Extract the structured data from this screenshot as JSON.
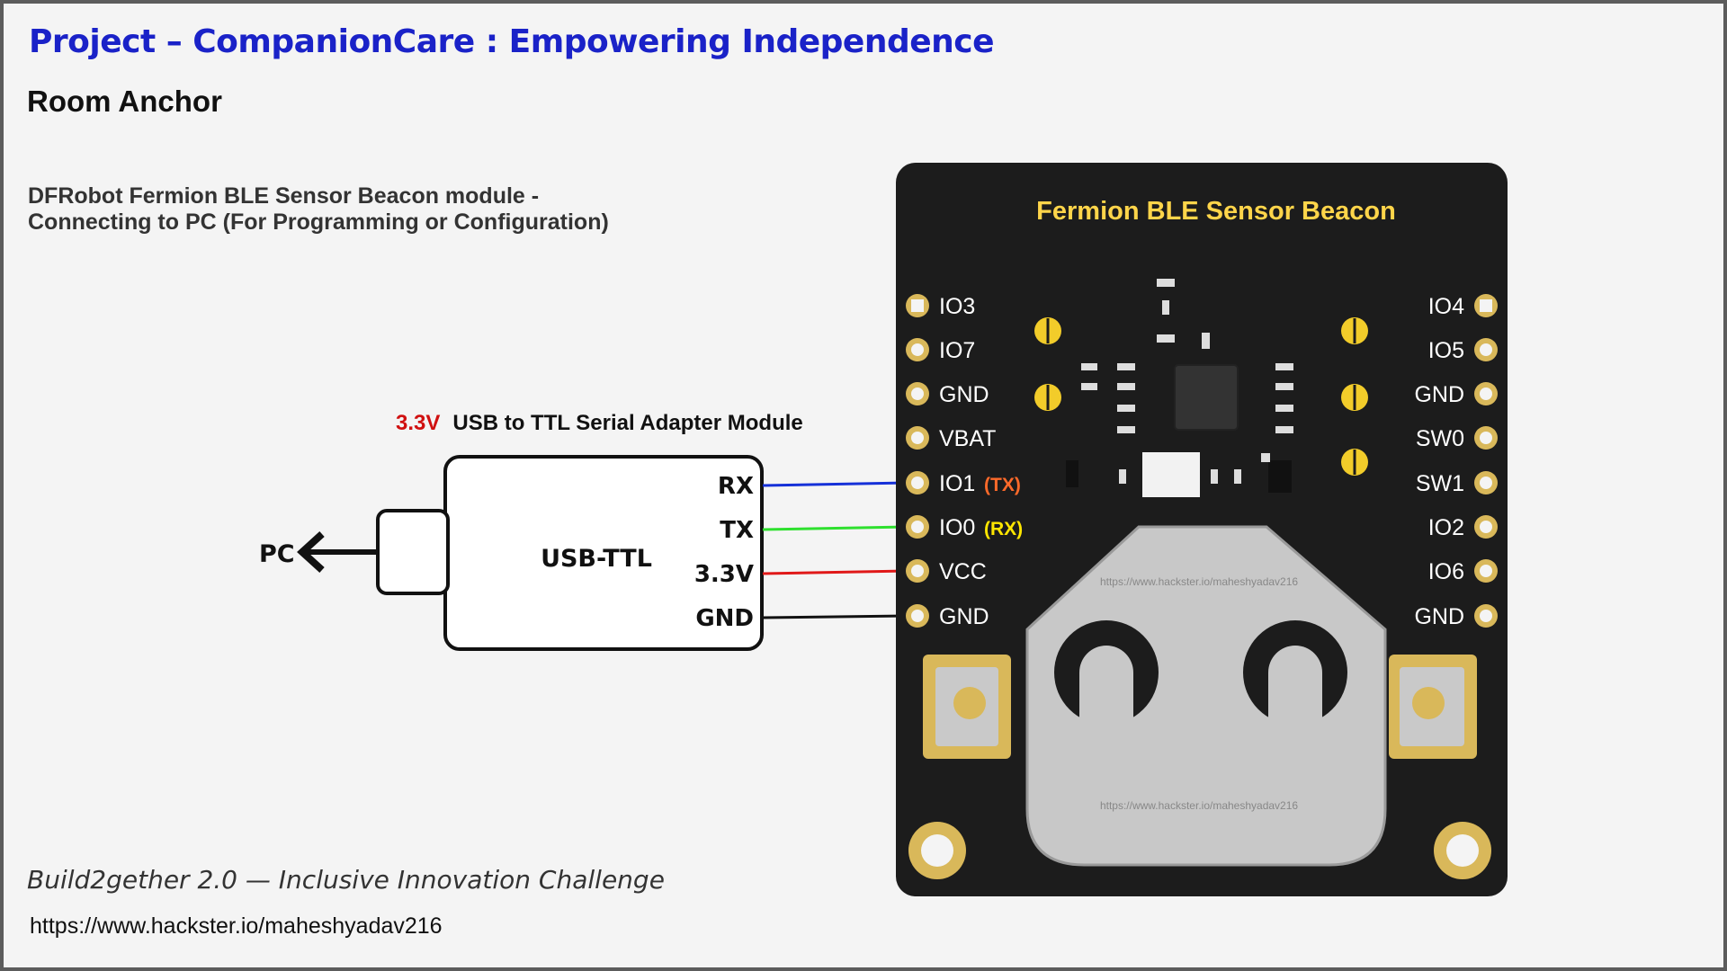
{
  "title": "Project – CompanionCare : Empowering Independence",
  "subtitle": "Room Anchor",
  "description": {
    "line1": "DFRobot Fermion BLE Sensor Beacon module -",
    "line2": "Connecting to PC (For Programming or Configuration)"
  },
  "adapter": {
    "voltage_label": "3.3V",
    "caption": "USB to TTL Serial Adapter Module",
    "body_label": "USB-TTL",
    "pins": [
      "RX",
      "TX",
      "3.3V",
      "GND"
    ],
    "host_label": "PC"
  },
  "board": {
    "name": "Fermion BLE Sensor Beacon",
    "left_pins": [
      "IO3",
      "IO7",
      "GND",
      "VBAT",
      "IO1",
      "IO0",
      "VCC",
      "GND"
    ],
    "left_pin_notes": {
      "IO1": "(TX)",
      "IO0": "(RX)"
    },
    "right_pins": [
      "IO4",
      "IO5",
      "GND",
      "SW0",
      "SW1",
      "IO2",
      "IO6",
      "GND"
    ],
    "watermark": "https://www.hackster.io/maheshyadav216"
  },
  "wires": [
    {
      "from": "RX",
      "to": "IO1",
      "color": "#1530d8"
    },
    {
      "from": "TX",
      "to": "IO0",
      "color": "#2ee02e"
    },
    {
      "from": "3.3V",
      "to": "VCC",
      "color": "#e01818"
    },
    {
      "from": "GND",
      "to": "GND",
      "color": "#111111"
    }
  ],
  "colors": {
    "title": "#1a22c8",
    "voltage": "#d01010",
    "note_tx": "#ff6a2a",
    "note_rx": "#ffe600",
    "board": "#1c1c1c",
    "board_title": "#ffd54a",
    "pad": "#d9b85a"
  },
  "footer": {
    "event": "Build2gether 2.0 — Inclusive Innovation Challenge",
    "url": "https://www.hackster.io/maheshyadav216"
  }
}
